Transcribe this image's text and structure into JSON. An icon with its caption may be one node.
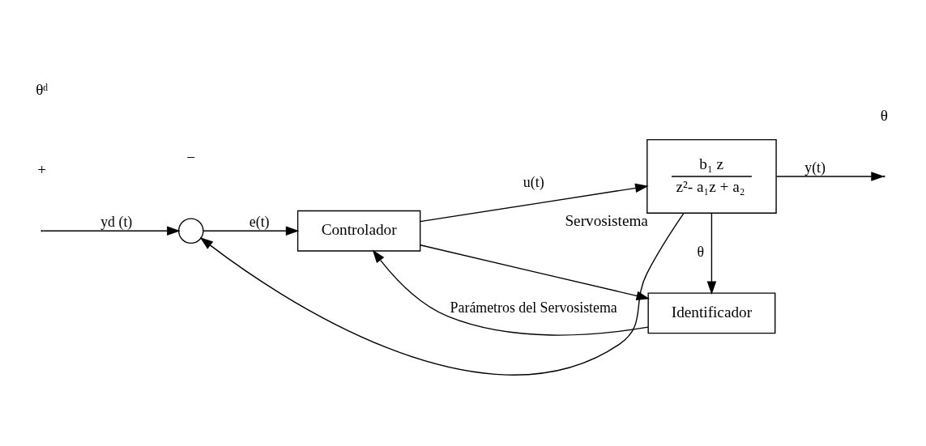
{
  "diagram": {
    "nodes": [
      {
        "text": [],
        "shape": "circle"
      },
      {
        "text": [
          "Controlador"
        ]
      },
      {
        "text": [
          "b₁ z",
          "z²- a₁z + a₂"
        ],
        "beside": [
          "Servosistema"
        ]
      },
      {
        "text": [
          "Identificador"
        ]
      }
    ],
    "edges": [
      {
        "from": null,
        "to": 0,
        "arrow": "to",
        "label": "yd (t)"
      },
      {
        "from": 0,
        "to": 1,
        "arrow": "to",
        "label": "e(t)"
      },
      {
        "from": 1,
        "to": 2,
        "arrow": "to",
        "label": "u(t)"
      },
      {
        "from": 1,
        "to": 3,
        "arrow": "to"
      },
      {
        "from": 2,
        "to": null,
        "arrow": "to",
        "label": "y(t)"
      },
      {
        "from": 2,
        "to": 3,
        "arrow": "to",
        "label": "θ"
      },
      {
        "from": 3,
        "to": 1,
        "arrow": "to",
        "label": "Parámetros del Servosistema"
      },
      {
        "from": 2,
        "to": 0,
        "arrow": "to"
      }
    ],
    "labels": [
      "+",
      "θᵈ",
      "−",
      "θ"
    ]
  }
}
